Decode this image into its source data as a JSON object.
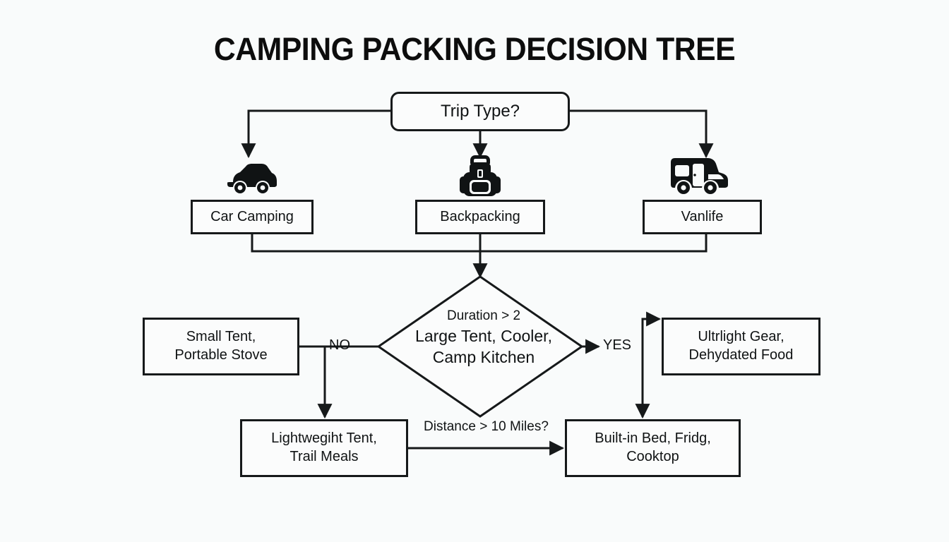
{
  "title": "CAMPING PACKING DECISION TREE",
  "colors": {
    "background": "#f9fbfb",
    "node_fill": "#fbfcfc",
    "stroke": "#16191a",
    "text": "#101314"
  },
  "nodes": {
    "root": {
      "label": "Trip Type?",
      "shape": "rounded-rect"
    },
    "car": {
      "label": "Car Camping",
      "shape": "rect",
      "icon": "car-icon"
    },
    "backpacking": {
      "label": "Backpacking",
      "shape": "rect",
      "icon": "backpack-icon"
    },
    "vanlife": {
      "label": "Vanlife",
      "shape": "rect",
      "icon": "rv-icon"
    },
    "decision": {
      "line1": "Duration > 2",
      "line2": "Large Tent, Cooler,\nCamp Kitchen",
      "shape": "diamond"
    },
    "small_tent": {
      "label": "Small Tent,\nPortable Stove",
      "shape": "rect"
    },
    "ultralight": {
      "label": "Ultrlight Gear,\nDehydated Food",
      "shape": "rect"
    },
    "lightweight": {
      "label": "Lightwegiht Tent,\nTrail Meals",
      "shape": "rect"
    },
    "builtin": {
      "label": "Built-in Bed, Fridg,\nCooktop",
      "shape": "rect"
    }
  },
  "edge_labels": {
    "no": "NO",
    "yes": "YES",
    "distance": "Distance > 10 Miles?"
  }
}
